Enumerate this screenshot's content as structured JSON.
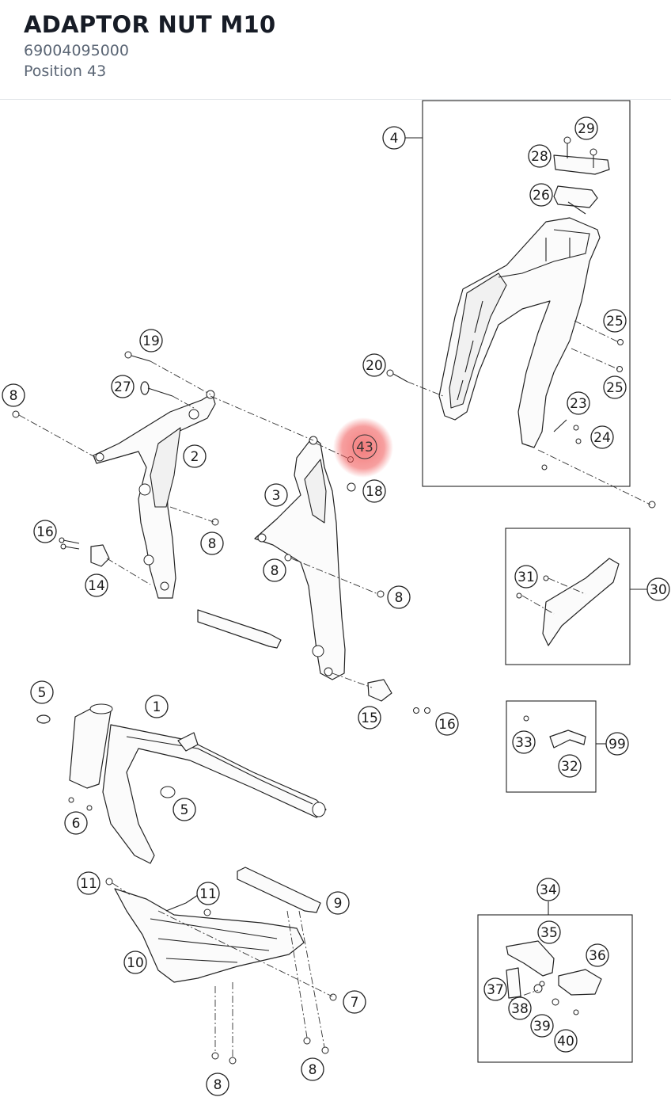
{
  "header": {
    "title": "ADAPTOR NUT M10",
    "part_number": "69004095000",
    "position": "Position 43"
  },
  "highlight": {
    "label": "43",
    "color": "#f05050"
  },
  "callouts": {
    "c4": "4",
    "c29": "29",
    "c28": "28",
    "c26": "26",
    "c25a": "25",
    "c25b": "25",
    "c20": "20",
    "c23": "23",
    "c24": "24",
    "c19": "19",
    "c27": "27",
    "c8a": "8",
    "c2": "2",
    "c18": "18",
    "c3": "3",
    "c16a": "16",
    "c8b": "8",
    "c14": "14",
    "c8c": "8",
    "c8d": "8",
    "c31": "31",
    "c30": "30",
    "c5a": "5",
    "c1": "1",
    "c15": "15",
    "c16b": "16",
    "c33": "33",
    "c99": "99",
    "c32": "32",
    "c5b": "5",
    "c6": "6",
    "c11a": "11",
    "c11b": "11",
    "c9": "9",
    "c10": "10",
    "c7": "7",
    "c34": "34",
    "c35": "35",
    "c36": "36",
    "c37": "37",
    "c38": "38",
    "c39": "39",
    "c40": "40",
    "c8e": "8",
    "c8f": "8"
  }
}
